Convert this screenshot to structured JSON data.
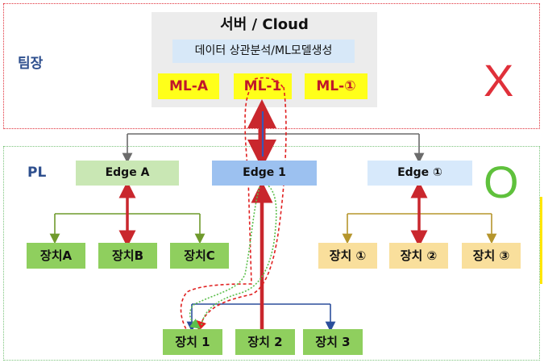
{
  "regions": {
    "team": {
      "label": "팀장",
      "mark": "X",
      "mark_color": "#e0303a"
    },
    "pl": {
      "label": "PL",
      "mark": "O",
      "mark_color": "#5fc13c"
    }
  },
  "server": {
    "title": "서버 / Cloud",
    "analysis": "데이터 상관분석/ML모델생성",
    "models": [
      "ML-A",
      "ML-1",
      "ML-①"
    ]
  },
  "edges": [
    {
      "label": "Edge A",
      "color": "#c9e7b4",
      "devices": [
        "장치A",
        "장치B",
        "장치C"
      ],
      "device_color": "#8fcf5e",
      "branch_color": "#6f9a2c"
    },
    {
      "label": "Edge 1",
      "color": "#9cc1f0",
      "devices": [
        "장치 1",
        "장치 2",
        "장치 3"
      ],
      "device_color": "#8fcf5e",
      "branch_color": "#2b4f9c"
    },
    {
      "label": "Edge ①",
      "color": "#d7e9fb",
      "devices": [
        "장치 ①",
        "장치 ②",
        "장치 ③"
      ],
      "device_color": "#f9df9c",
      "branch_color": "#b5952c"
    }
  ],
  "colors": {
    "bidirectional_arrow": "#c9272d",
    "upload_arrow": "#3856b5",
    "red_dashed_path": "#e02020",
    "green_dotted_path": "#5cbf4c",
    "server_to_edge_line": "#6b6b6b"
  }
}
